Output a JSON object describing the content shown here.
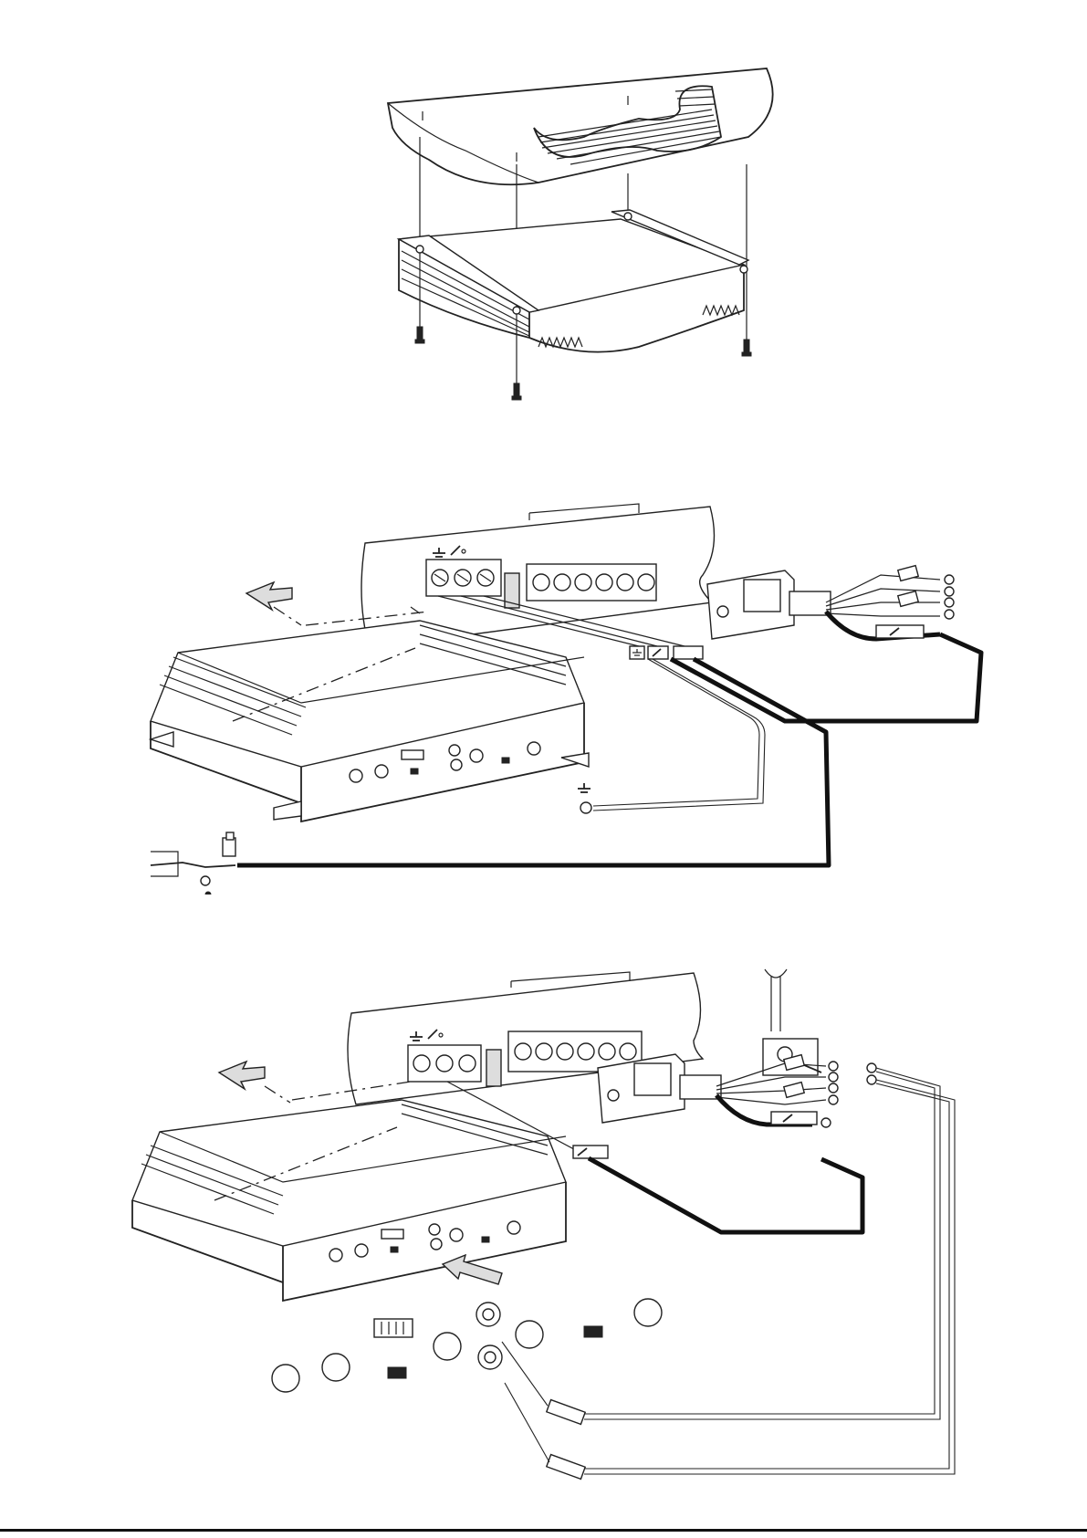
{
  "figures": [
    {
      "id": "heatsink-mounting",
      "description": ""
    },
    {
      "id": "power-wiring",
      "description": ""
    },
    {
      "id": "signal-wiring",
      "description": ""
    }
  ],
  "icons": {
    "ground": "ground-symbol-icon",
    "remote": "remote-switch-icon",
    "arrow": "airflow-arrow-icon"
  },
  "colors": {
    "line": "#222222",
    "wire": "#111111",
    "background": "#ffffff"
  }
}
